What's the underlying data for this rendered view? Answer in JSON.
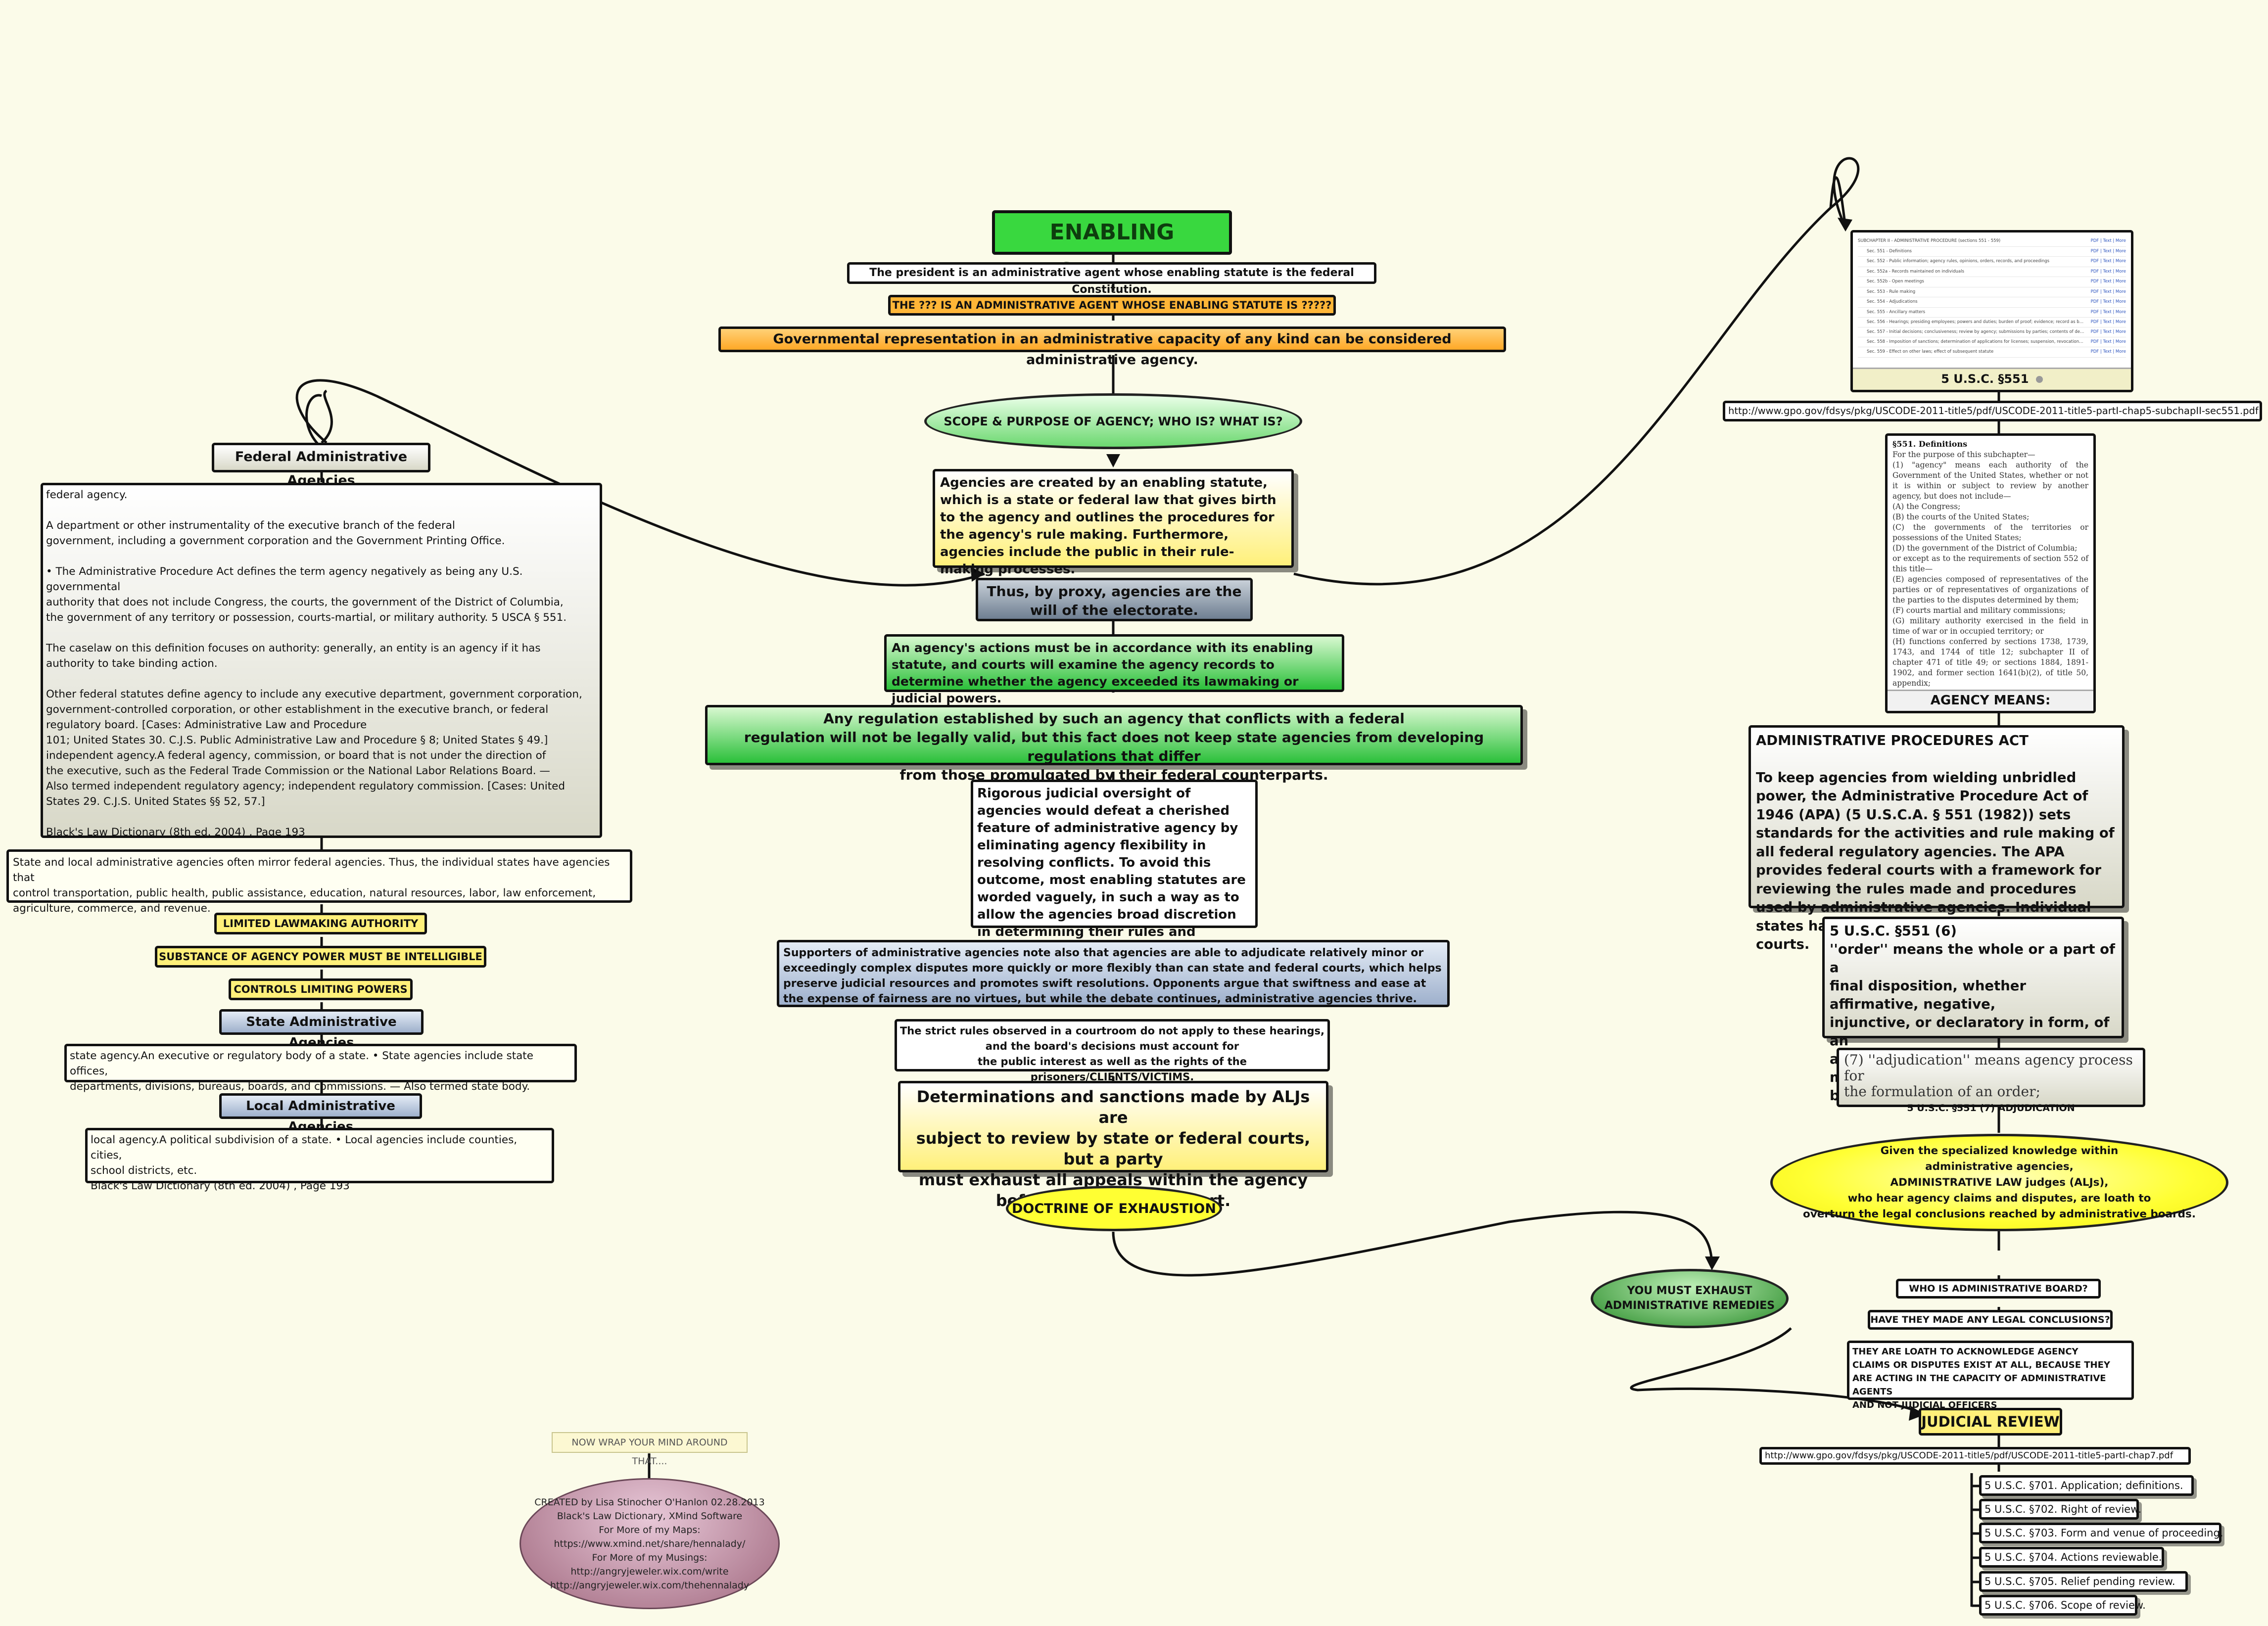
{
  "central": {
    "title": "ENABLING STATUTE",
    "president": "The president is an administrative agent whose enabling statute is the federal Constitution.",
    "question": "THE ??? IS AN ADMINISTRATIVE AGENT WHOSE ENABLING STATUTE IS ?????",
    "governmental": "Governmental representation in an administrative capacity of any kind can be considered administrative agency.",
    "scope": "SCOPE & PURPOSE OF AGENCY; WHO IS? WHAT IS?",
    "created": "Agencies are created by an enabling statute, which is a state or federal law that gives birth to the agency and outlines the procedures for the agency's rule making. Furthermore, agencies include the public in their rule-making processes.",
    "proxy": "Thus, by proxy, agencies are the will of the electorate.",
    "actions": "An agency's actions must be in accordance with its enabling statute, and courts will examine the agency records to determine whether the agency exceeded its lawmaking or judicial powers.",
    "regulation": "Any regulation established by such an agency that conflicts with a federal\nregulation will not be legally valid, but this fact does not keep state agencies from developing regulations that differ\nfrom those promulgated by their federal counterparts.",
    "rigorous": "Rigorous judicial oversight of agencies would defeat a cherished feature of administrative agency by eliminating agency flexibility in resolving conflicts. To avoid this outcome, most enabling statutes are worded vaguely, in such a way as to allow the agencies broad discretion in determining their rules and procedures.",
    "supporters": "Supporters of administrative agencies note also that agencies are able to adjudicate relatively minor or exceedingly complex disputes more quickly or more flexibly than can state and federal courts, which helps preserve judicial resources and promotes swift resolutions. Opponents argue that swiftness and ease at the expense of fairness are no virtues, but while the debate continues, administrative agencies thrive.",
    "strict": "The strict rules observed in a courtroom do not apply to these hearings,\nand the board's decisions must account for\nthe public interest as well as the rights of the prisoners/CLIENTS/VICTIMS.",
    "determinations": "Determinations and sanctions made by ALJs are\nsubject to review by state or federal courts, but a party\nmust exhaust all appeals within the agency\nbefore suing in civil court.",
    "exhaustion": "DOCTRINE OF EXHAUSTION"
  },
  "left": {
    "federal_title": "Federal Administrative Agencies",
    "federal_text": "federal agency.\n\nA department or other instrumentality of the executive branch of the federal\ngovernment, including a government corporation and the Government Printing Office.\n\n• The Administrative Procedure Act defines the term agency negatively as being any U.S. governmental\nauthority that does not include Congress, the courts, the government of the District of Columbia,\nthe government of any territory or possession, courts-martial, or military authority. 5 USCA § 551.\n\nThe caselaw on this definition focuses on authority: generally, an entity is an agency if it has\nauthority to take binding action.\n\nOther federal statutes define agency to include any executive department, government corporation,\ngovernment-controlled corporation, or other establishment in the executive branch, or federal\nregulatory board. [Cases: Administrative Law and Procedure\n101; United States 30. C.J.S. Public Administrative Law and Procedure § 8; United States § 49.]\nindependent agency.A federal agency, commission, or board that is not under the direction of\nthe executive, such as the Federal Trade Commission or the National Labor Relations Board. —\nAlso termed independent regulatory agency; independent regulatory commission. [Cases: United\nStates 29. C.J.S. United States §§ 52, 57.]\n\nBlack's Law Dictionary (8th ed. 2004) , Page 193",
    "state_mirror": "State and local administrative agencies often mirror federal agencies. Thus, the individual states have agencies that\ncontrol transportation, public health, public assistance, education, natural resources, labor, law enforcement,\nagriculture, commerce, and revenue.",
    "limited": "LIMITED LAWMAKING AUTHORITY",
    "substance": "SUBSTANCE OF AGENCY POWER MUST BE INTELLIGIBLE",
    "controls": "CONTROLS LIMITING POWERS",
    "state_title": "State Administrative Agencies",
    "state_text": "state agency.An executive or regulatory body of a state. • State agencies include state offices,\ndepartments, divisions, bureaus, boards, and commissions. — Also termed state body.",
    "local_title": "Local Administrative Agencies",
    "local_text": "local agency.A political subdivision of a state. • Local agencies include counties, cities,\nschool districts, etc.\nBlack's Law Dictionary (8th ed. 2004) , Page 193",
    "wrap": "NOW WRAP YOUR MIND AROUND THAT....",
    "credits": "CREATED by Lisa Stinocher O'Hanlon 02.28.2013\nBlack's Law Dictionary, XMind Software\nFor More of my Maps:\nhttps://www.xmind.net/share/hennalady/\nFor More of my Musings:\nhttp://angryjeweler.wix.com/write\nhttp://angryjeweler.wix.com/thehennalady"
  },
  "right": {
    "toc_rows": [
      "SUBCHAPTER II - ADMINISTRATIVE PROCEDURE (sections 551 - 559)",
      "Sec. 551 - Definitions",
      "Sec. 552 - Public information; agency rules, opinions, orders, records, and proceedings",
      "Sec. 552a - Records maintained on individuals",
      "Sec. 552b - Open meetings",
      "Sec. 553 - Rule making",
      "Sec. 554 - Adjudications",
      "Sec. 555 - Ancillary matters",
      "Sec. 556 - Hearings; presiding employees; powers and duties; burden of proof; evidence; record as basis of decision",
      "Sec. 557 - Initial decisions; conclusiveness; review by agency; submissions by parties; contents of decisions; record",
      "Sec. 558 - Imposition of sanctions; determination of applications for licenses; suspension, revocation, and expiration of licenses",
      "Sec. 559 - Effect on other laws; effect of subsequent statute"
    ],
    "toc_links": "PDF | Text | More",
    "usc551_label": "5 U.S.C. §551",
    "url1": "http://www.gpo.gov/fdsys/pkg/USCODE-2011-title5/pdf/USCODE-2011-title5-partI-chap5-subchapII-sec551.pdf",
    "def_heading": "§551. Definitions",
    "def_text": "For the purpose of this subchapter—\n(1) \"agency\" means each authority of the Government of the United States, whether or not it is within or subject to review by another agency, but does not include—\n(A) the Congress;\n(B) the courts of the United States;\n(C) the governments of the territories or possessions of the United States;\n(D) the government of the District of Columbia;\nor except as to the requirements of section 552 of this title—\n(E) agencies composed of representatives of the parties or of representatives of organizations of the parties to the disputes determined by them;\n(F) courts martial and military commissions;\n(G) military authority exercised in the field in time of war or in occupied territory; or\n(H) functions conferred by sections 1738, 1739, 1743, and 1744 of title 12; subchapter II of chapter 471 of title 49; or sections 1884, 1891-1902, and former section 1641(b)(2), of title 50, appendix;",
    "agency_means": "AGENCY MEANS:",
    "apa_title": "ADMINISTRATIVE PROCEDURES ACT",
    "apa_text": "To keep agencies from wielding unbridled power, the Administrative Procedure Act of 1946 (APA) (5 U.S.C.A. § 551 (1982)) sets standards for the activities and rule making of all federal regulatory agencies. The APA provides federal courts with a framework for reviewing the rules made and procedures used by administrative agencies. Individual states have similar statutes to guide their own courts.",
    "order_text": "5 U.S.C. §551 (6)\n''order'' means the whole or a part of a\nfinal disposition, whether affirmative, negative,\ninjunctive, or declaratory in form, of an\nagency in a matter other than rule making\nbut including licensing;",
    "adjudication_quote": "(7) ''adjudication'' means agency process for\nthe formulation of an order;",
    "adjudication_label": "5 U.S.C. §551 (7)  ADJUDICATION",
    "alj": "Given the specialized knowledge within\nadministrative agencies,\nADMINISTRATIVE LAW judges (ALJs),\nwho hear agency claims and disputes, are loath to\noverturn the legal conclusions reached by administrative boards.",
    "who_board": "WHO IS ADMINISTRATIVE BOARD?",
    "legal_conclusions": "HAVE THEY MADE ANY LEGAL CONCLUSIONS?",
    "loath": "THEY ARE LOATH TO ACKNOWLEDGE AGENCY\nCLAIMS OR DISPUTES EXIST AT ALL, BECAUSE THEY\nARE ACTING IN THE CAPACITY OF ADMINISTRATIVE AGENTS\nAND NOT JUDICIAL OFFICERS",
    "exhaust": "YOU MUST EXHAUST\nADMINISTRATIVE REMEDIES",
    "judicial_review": "JUDICIAL REVIEW",
    "url2": "http://www.gpo.gov/fdsys/pkg/USCODE-2011-title5/pdf/USCODE-2011-title5-partI-chap7.pdf",
    "review_items": [
      "5 U.S.C. §701. Application; definitions.",
      "5 U.S.C. §702. Right of review.",
      "5 U.S.C. §703. Form and venue of proceeding.",
      "5 U.S.C. §704. Actions reviewable.",
      "5 U.S.C. §705. Relief pending review.",
      "5 U.S.C. §706. Scope of review."
    ]
  },
  "colors": {
    "background": "#fbfbe9",
    "title_green": "#39d83f",
    "orange": "#ffb637",
    "yellow": "#ffff33",
    "dark_green": "#2a8c2a",
    "mauve": "#a0687e"
  }
}
